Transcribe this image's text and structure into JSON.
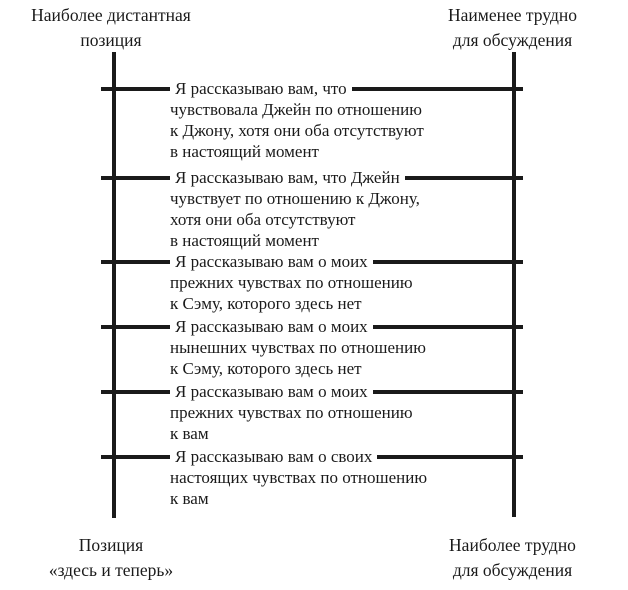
{
  "diagram": {
    "title_semantic": "Шкала дистантности позиций в обсуждении чувств",
    "colors": {
      "line": "#1a1a1a",
      "text": "#1a1a1a",
      "background": "#ffffff"
    },
    "labels": {
      "top_left": {
        "line1": "Наиболее дистантная",
        "line2": "позиция"
      },
      "top_right": {
        "line1": "Наименее трудно",
        "line2": "для обсуждения"
      },
      "bottom_left": {
        "line1": "Позиция",
        "line2": "«здесь и теперь»"
      },
      "bottom_right": {
        "line1": "Наиболее трудно",
        "line2": "для обсуждения"
      }
    },
    "rows": [
      {
        "lines": [
          "Я рассказываю вам, что",
          "чувствовала Джейн по отношению",
          "к Джону, хотя они оба отсутствуют",
          "в настоящий момент"
        ]
      },
      {
        "lines": [
          "Я рассказываю вам, что Джейн",
          "чувствует по отношению к Джону,",
          "хотя они оба отсутствуют",
          "в настоящий момент"
        ]
      },
      {
        "lines": [
          "Я рассказываю вам о моих",
          "прежних чувствах по отношению",
          "к Сэму, которого здесь нет"
        ]
      },
      {
        "lines": [
          "Я рассказываю вам о моих",
          "нынешних чувствах по отношению",
          "к Сэму, которого здесь нет"
        ]
      },
      {
        "lines": [
          "Я рассказываю вам о моих",
          "прежних чувствах по отношению",
          "к вам"
        ]
      },
      {
        "lines": [
          "Я рассказываю вам о своих",
          "настоящих чувствах по отношению",
          "к вам"
        ]
      }
    ]
  }
}
